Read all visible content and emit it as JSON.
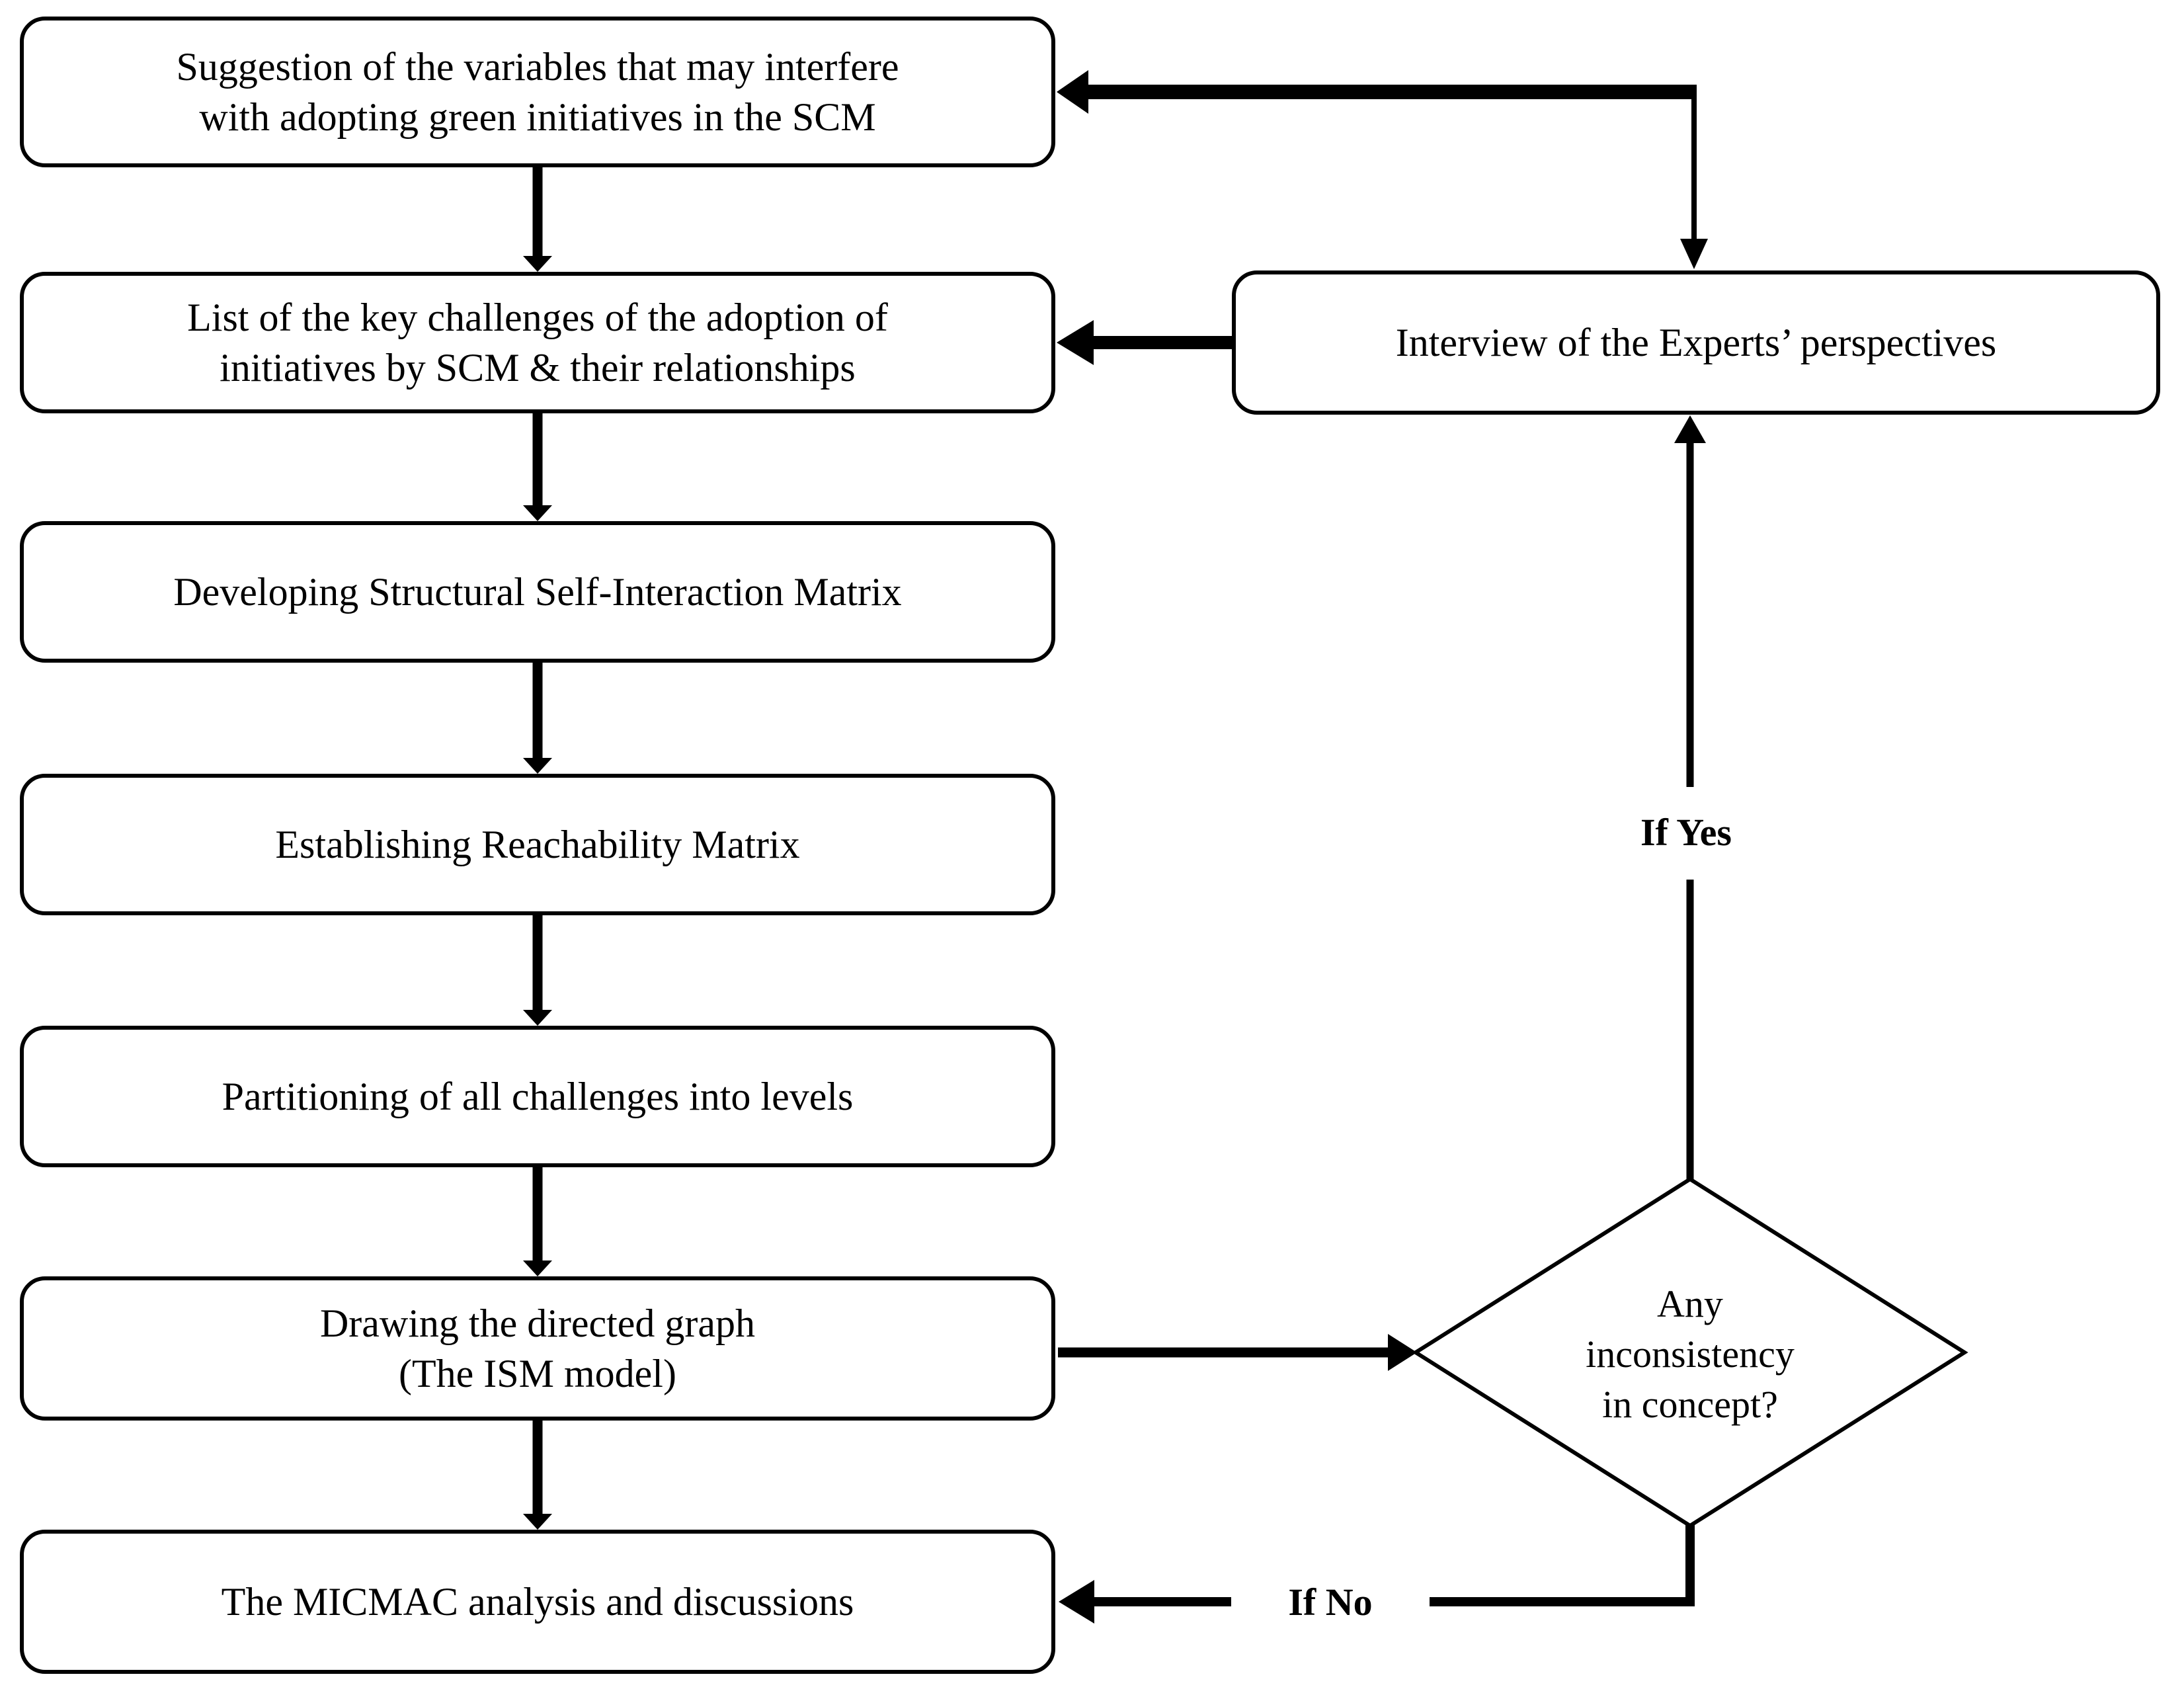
{
  "colors": {
    "background": "#ffffff",
    "line": "#000000",
    "text": "#000000"
  },
  "boxes": {
    "suggestion": "Suggestion of the variables that may interfere\nwith adopting green initiatives in the SCM",
    "list_challenges": "List of the key challenges of the adoption of\ninitiatives by SCM & their relationships",
    "ssim": "Developing Structural Self-Interaction Matrix",
    "reachability": "Establishing Reachability Matrix",
    "partitioning": "Partitioning of all challenges into levels",
    "directed_graph": "Drawing the directed graph\n(The ISM model)",
    "micmac": "The MICMAC analysis and discussions",
    "interview": "Interview of the Experts’ perspectives"
  },
  "decision": "Any\ninconsistency\nin concept?",
  "labels": {
    "if_yes": "If Yes",
    "if_no": "If No"
  }
}
